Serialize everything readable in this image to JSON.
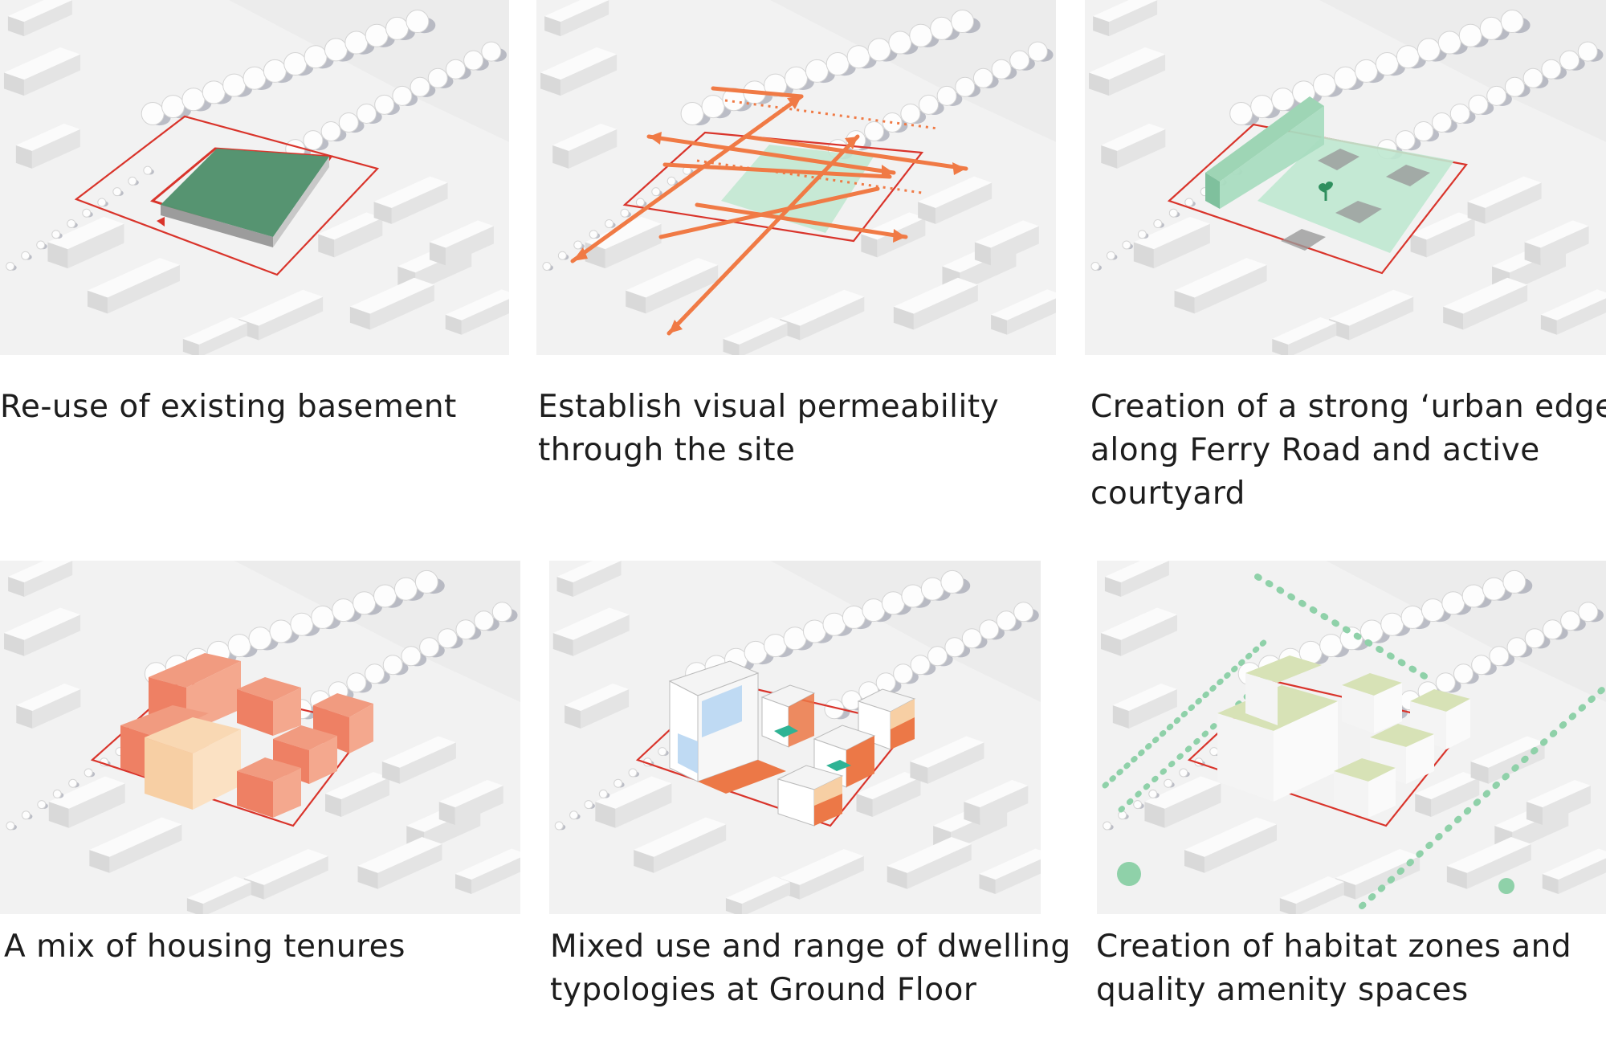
{
  "colors": {
    "background": "#f2f2f2",
    "site_boundary": "#d9342b",
    "arrow": "#f07a45",
    "green_volume": "#4f8f6a",
    "pale_green": "#bfe8d0",
    "tenure_red": "#ee8064",
    "tenure_tan": "#f7cfa4",
    "glazing_blue": "#b8d6f2",
    "teal_unit": "#2fb394",
    "roof_green": "#d7e2b6",
    "tree_green": "#8fd1a9"
  },
  "panels": [
    {
      "id": "basement",
      "caption": [
        "Re-use of existing basement"
      ],
      "icon": null
    },
    {
      "id": "permeability",
      "caption": [
        "Establish visual permeability",
        "through the site"
      ],
      "icon": null
    },
    {
      "id": "urban-edge",
      "caption": [
        "Creation of a strong ‘urban edge’",
        "along Ferry Road and active",
        "courtyard"
      ],
      "icon": "sprout-icon"
    },
    {
      "id": "tenures",
      "caption": [
        "A mix of housing tenures"
      ],
      "icon": null
    },
    {
      "id": "mixed-use",
      "caption": [
        "Mixed use and range of dwelling",
        "typologies at Ground Floor"
      ],
      "icon": null
    },
    {
      "id": "habitat",
      "caption": [
        "Creation of habitat zones and",
        "quality amenity spaces"
      ],
      "icon": null
    }
  ]
}
